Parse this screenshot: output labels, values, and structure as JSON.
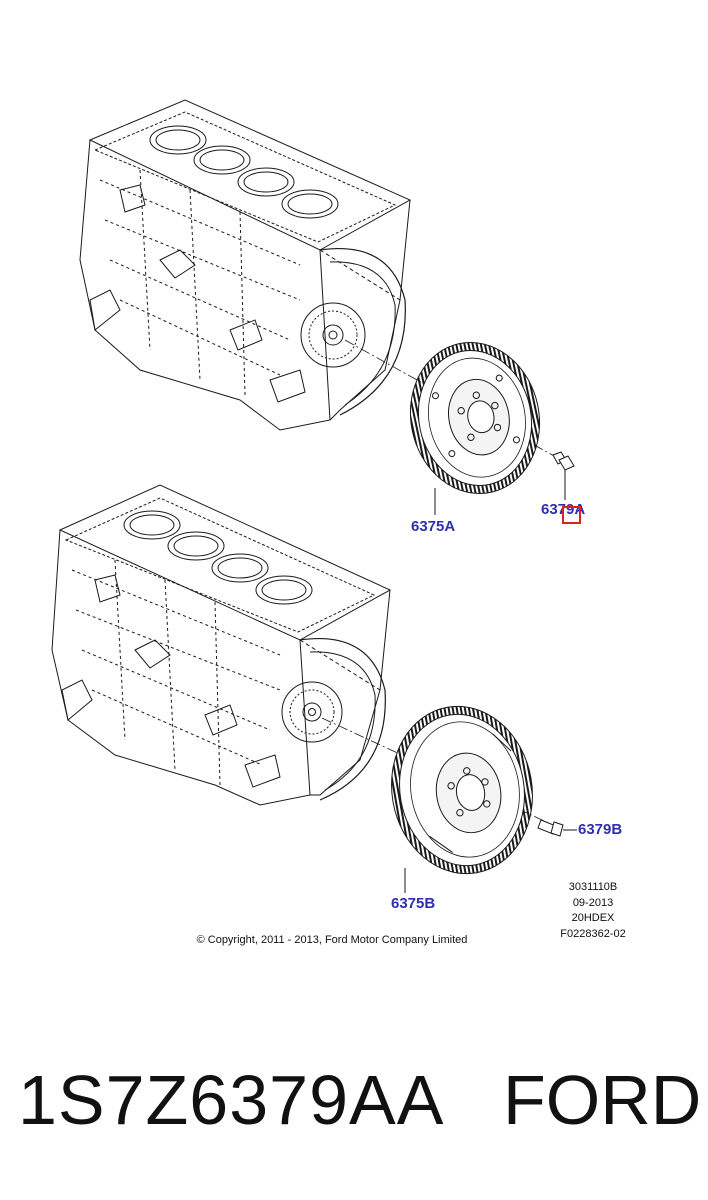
{
  "callouts": {
    "upper_flywheel": "6375A",
    "upper_bolt": "6379A",
    "lower_flywheel": "6375B",
    "lower_bolt": "6379B"
  },
  "reference_codes": {
    "illustration_id": "3031110B",
    "date": "09-2013",
    "engine_code": "20HDEX",
    "figure_id": "F0228362-02"
  },
  "copyright": "© Copyright, 2011 - 2013, Ford Motor Company Limited",
  "footer": {
    "part_number": "1S7Z6379AA",
    "brand": "FORD"
  },
  "colors": {
    "callout_text": "#2f2fb0",
    "highlight": "#e0201e",
    "line_art": "#1a1a1a"
  }
}
